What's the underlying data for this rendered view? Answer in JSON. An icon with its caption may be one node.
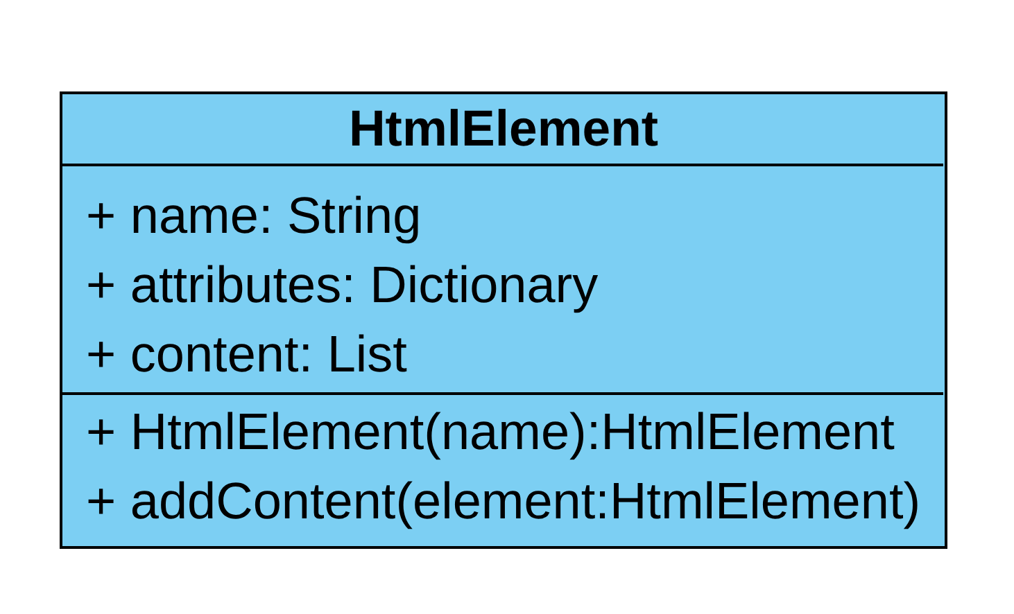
{
  "diagram": {
    "nodes": [
      {
        "text": [
          "HtmlElement"
        ]
      },
      {
        "text": [
          "+ name: String",
          "+ attributes: Dictionary",
          "+ content: List"
        ],
        "in": 0
      },
      {
        "text": [
          "+ HtmlElement(name):HtmlElement",
          "+ addContent(element:HtmlElement)"
        ],
        "in": 0
      }
    ]
  }
}
